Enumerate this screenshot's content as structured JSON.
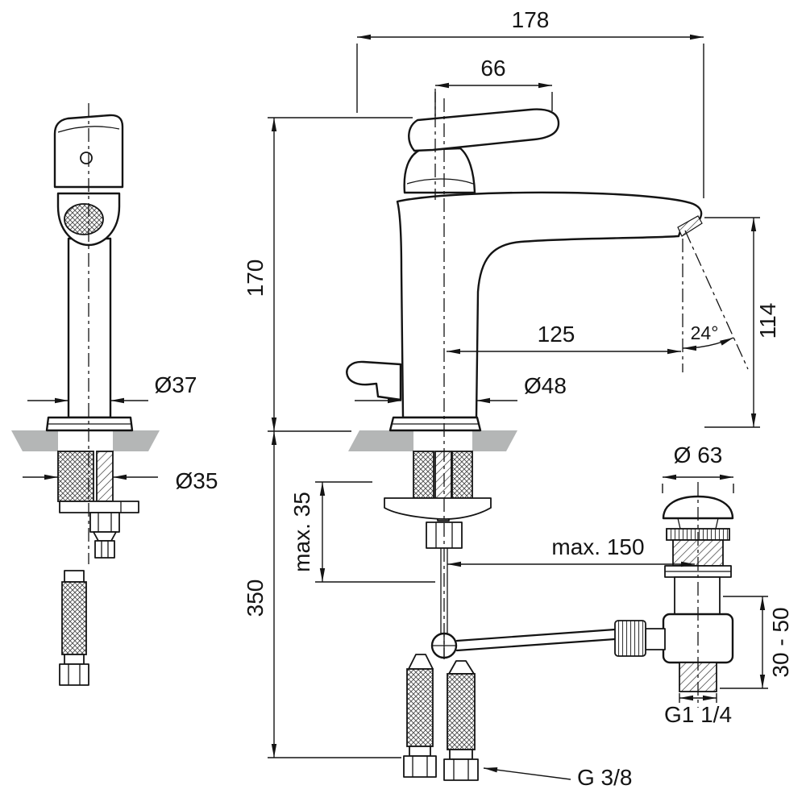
{
  "drawing": {
    "labels": {
      "dim_total_length": "178",
      "dim_handle_length": "66",
      "dim_height": "170",
      "dim_spout_reach": "125",
      "dim_spout_height": "114",
      "dim_angle": "24°",
      "dim_body_diameter": "Ø37",
      "dim_base_diameter": "Ø48",
      "dim_hole_diameter": "Ø35",
      "dim_drain_diameter": "Ø 63",
      "dim_max_deck_thickness": "max. 35",
      "dim_max_rod_offset": "max. 150",
      "dim_hose_length": "350",
      "dim_drain_adjust_range": "30 - 50",
      "drain_thread_label": "G1 1/4",
      "supply_thread_label": "G 3/8"
    },
    "colors": {
      "line": "#141414",
      "counter": "#b4b6b6",
      "background": "#ffffff"
    }
  }
}
